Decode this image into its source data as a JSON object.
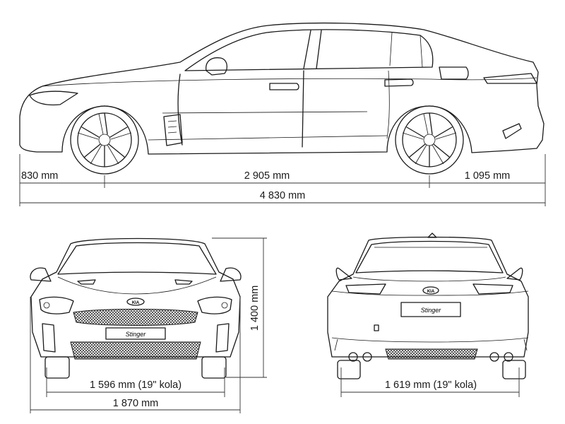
{
  "side_view": {
    "front_overhang": "830 mm",
    "wheelbase": "2 905 mm",
    "rear_overhang": "1 095 mm",
    "length": "4 830 mm"
  },
  "front_view": {
    "height": "1 400 mm",
    "track_front": "1 596 mm (19\" kola)",
    "width": "1 870 mm",
    "emblem_text": "KIA",
    "badge_text": "Stinger"
  },
  "rear_view": {
    "track_rear": "1 619 mm (19\" kola)",
    "emblem_text": "KIA",
    "badge_text": "Stinger"
  },
  "colors": {
    "line": "#1a1a1a",
    "background": "#ffffff"
  }
}
